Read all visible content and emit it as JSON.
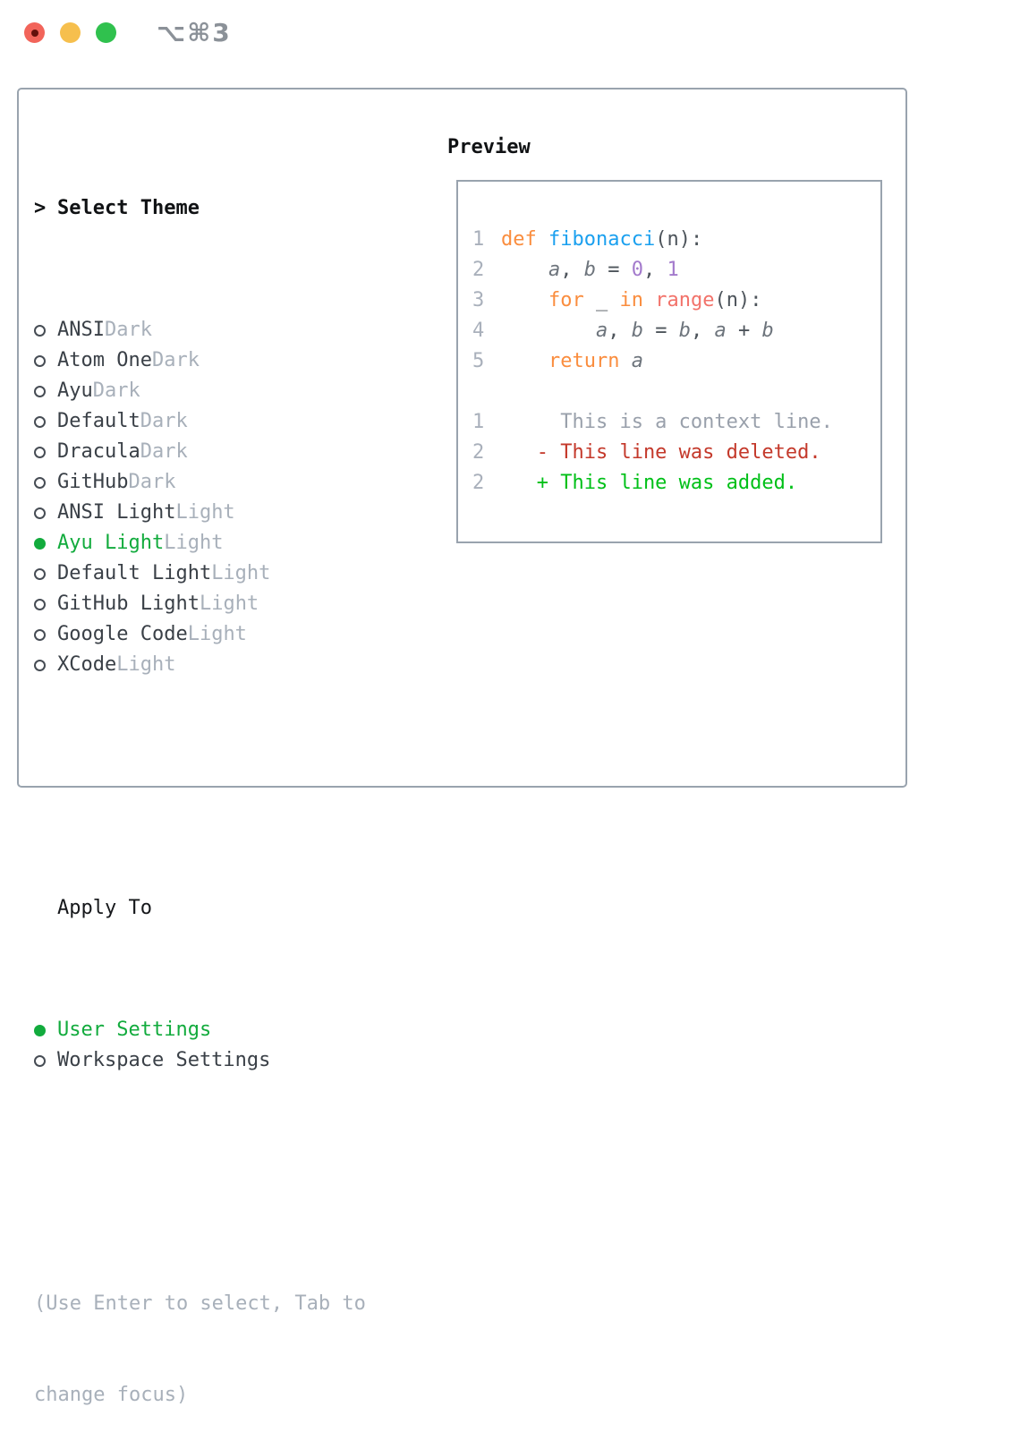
{
  "window": {
    "title_shortcut": "⌥⌘3"
  },
  "traffic_lights": {
    "close_color": "#f2645a",
    "minimize_color": "#f6bf4d",
    "zoom_color": "#30c14e"
  },
  "colors": {
    "selected_green": "#12ab3d",
    "theme_name": "#3a4047",
    "variant_muted": "#a8b0ba",
    "panel_border": "#99a3ae",
    "header_text": "#101214"
  },
  "sidebar": {
    "header": "Select Theme",
    "header_arrow": ">",
    "themes": [
      {
        "name": "ANSI",
        "variant": "Dark",
        "selected": false
      },
      {
        "name": "Atom One",
        "variant": "Dark",
        "selected": false
      },
      {
        "name": "Ayu",
        "variant": "Dark",
        "selected": false
      },
      {
        "name": "Default",
        "variant": "Dark",
        "selected": false
      },
      {
        "name": "Dracula",
        "variant": "Dark",
        "selected": false
      },
      {
        "name": "GitHub",
        "variant": "Dark",
        "selected": false
      },
      {
        "name": "ANSI Light",
        "variant": "Light",
        "selected": false
      },
      {
        "name": "Ayu Light",
        "variant": "Light",
        "selected": true
      },
      {
        "name": "Default Light",
        "variant": "Light",
        "selected": false
      },
      {
        "name": "GitHub Light",
        "variant": "Light",
        "selected": false
      },
      {
        "name": "Google Code",
        "variant": "Light",
        "selected": false
      },
      {
        "name": "XCode",
        "variant": "Light",
        "selected": false
      }
    ],
    "apply_header": "Apply To",
    "apply_options": [
      {
        "label": "User Settings",
        "selected": true
      },
      {
        "label": "Workspace Settings",
        "selected": false
      }
    ],
    "help_lines": [
      "(Use Enter to select, Tab to",
      "change focus)"
    ]
  },
  "preview": {
    "title": "Preview",
    "token_colors": {
      "kw": "#fa8d3e",
      "fn": "#1ba0ef",
      "call": "#f2726a",
      "num": "#a37acc",
      "tx": "#4d545b",
      "var": "#6d747c",
      "ctx": "#99a0ab",
      "del": "#c4392b",
      "add": "#00c018"
    },
    "code_lines": [
      {
        "n": "1",
        "tokens": [
          {
            "t": "def",
            "c": "kw"
          },
          {
            "t": " ",
            "c": "tx"
          },
          {
            "t": "fibonacci",
            "c": "fn"
          },
          {
            "t": "(n):",
            "c": "tx"
          }
        ]
      },
      {
        "n": "2",
        "tokens": [
          {
            "t": "    ",
            "c": "tx"
          },
          {
            "t": "a",
            "c": "var"
          },
          {
            "t": ", ",
            "c": "tx"
          },
          {
            "t": "b",
            "c": "var"
          },
          {
            "t": " = ",
            "c": "tx"
          },
          {
            "t": "0",
            "c": "num"
          },
          {
            "t": ", ",
            "c": "tx"
          },
          {
            "t": "1",
            "c": "num"
          }
        ]
      },
      {
        "n": "3",
        "tokens": [
          {
            "t": "    ",
            "c": "tx"
          },
          {
            "t": "for",
            "c": "kw"
          },
          {
            "t": " _ ",
            "c": "tx"
          },
          {
            "t": "in",
            "c": "kw"
          },
          {
            "t": " ",
            "c": "tx"
          },
          {
            "t": "range",
            "c": "call"
          },
          {
            "t": "(n):",
            "c": "tx"
          }
        ]
      },
      {
        "n": "4",
        "tokens": [
          {
            "t": "        ",
            "c": "tx"
          },
          {
            "t": "a",
            "c": "var"
          },
          {
            "t": ", ",
            "c": "tx"
          },
          {
            "t": "b",
            "c": "var"
          },
          {
            "t": " = ",
            "c": "tx"
          },
          {
            "t": "b",
            "c": "var"
          },
          {
            "t": ", ",
            "c": "tx"
          },
          {
            "t": "a",
            "c": "var"
          },
          {
            "t": " + ",
            "c": "tx"
          },
          {
            "t": "b",
            "c": "var"
          }
        ]
      },
      {
        "n": "5",
        "tokens": [
          {
            "t": "    ",
            "c": "tx"
          },
          {
            "t": "return",
            "c": "kw"
          },
          {
            "t": " ",
            "c": "tx"
          },
          {
            "t": "a",
            "c": "var"
          }
        ]
      },
      {
        "n": "",
        "tokens": []
      },
      {
        "n": "1",
        "tokens": [
          {
            "t": "     This is a context line.",
            "c": "ctx"
          }
        ]
      },
      {
        "n": "2",
        "tokens": [
          {
            "t": "   - This line was deleted.",
            "c": "del"
          }
        ]
      },
      {
        "n": "2",
        "tokens": [
          {
            "t": "   + This line was added.",
            "c": "add"
          }
        ]
      }
    ]
  }
}
